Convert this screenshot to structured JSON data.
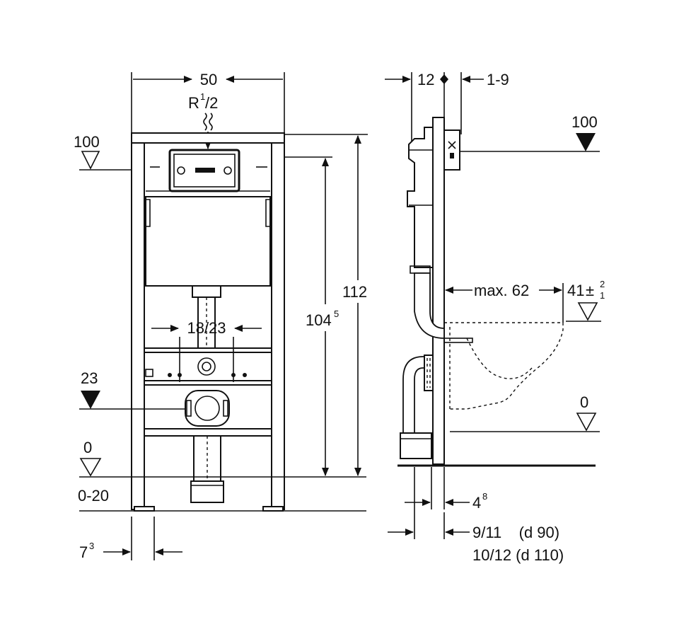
{
  "front_view": {
    "width": "50",
    "thread_main": "R",
    "thread_sup": "1",
    "thread_sub": "/2",
    "level_100": "100",
    "height_total": "112",
    "height_inner_main": "104",
    "height_inner_sup": "5",
    "waste_spacing": "18/23",
    "level_23": "23",
    "level_0": "0",
    "floor_range": "0-20",
    "foot_main": "7",
    "foot_sup": "3"
  },
  "side_view": {
    "depth_12": "12",
    "depth_1_9": "1-9",
    "level_100": "100",
    "max_62": "max. 62",
    "bowl_main": "41",
    "bowl_pm": "±",
    "bowl_plus": "2",
    "bowl_minus": "1",
    "level_0": "0",
    "offset_main": "4",
    "offset_sup": "8",
    "pipe_d90": "9/11    (d 90)",
    "pipe_d110": "10/12 (d 110)"
  }
}
